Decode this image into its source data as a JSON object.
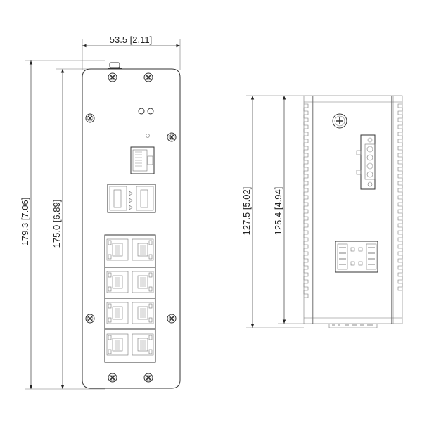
{
  "drawing": {
    "type": "dimension-drawing",
    "units": "mm [in]",
    "front_view": {
      "width_label": "53.5  [2.11]",
      "overall_height_label": "179.3  [7.06]",
      "body_height_label": "175.0  [6.89]",
      "components": {
        "rj45_console_ports": 1,
        "sfp_ports": 2,
        "rj45_ethernet_ports": 8,
        "screws": 8,
        "leds": 2
      }
    },
    "side_view": {
      "overall_depth_label": "127.5  [5.02]",
      "body_depth_label": "125.4  [4.94]",
      "components": {
        "ground_screw": 1,
        "terminal_block_pins": 4,
        "dip_switch_block": 1
      }
    },
    "colors": {
      "line": "#555555",
      "text": "#222222",
      "background": "#ffffff"
    }
  }
}
